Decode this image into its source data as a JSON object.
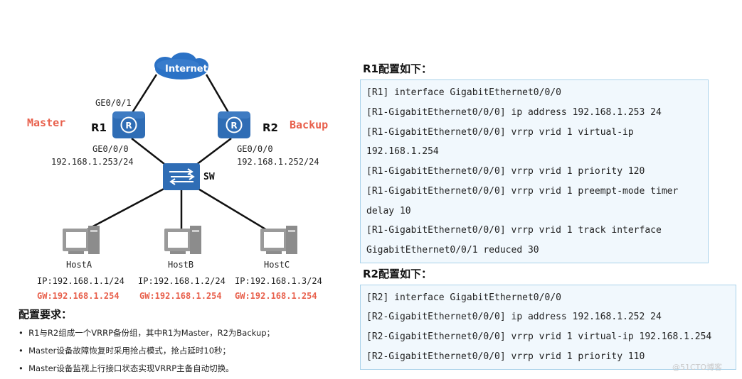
{
  "topology": {
    "internet_label": "Internet",
    "r1": {
      "name": "R1",
      "role": "Master",
      "uplink_port": "GE0/0/1",
      "downlink_port": "GE0/0/0",
      "ip": "192.168.1.253/24"
    },
    "r2": {
      "name": "R2",
      "role": "Backup",
      "downlink_port": "GE0/0/0",
      "ip": "192.168.1.252/24"
    },
    "switch_label": "SW",
    "hosts": [
      {
        "name": "HostA",
        "ip": "IP:192.168.1.1/24",
        "gw": "GW:192.168.1.254"
      },
      {
        "name": "HostB",
        "ip": "IP:192.168.1.2/24",
        "gw": "GW:192.168.1.254"
      },
      {
        "name": "HostC",
        "ip": "IP:192.168.1.3/24",
        "gw": "GW:192.168.1.254"
      }
    ],
    "colors": {
      "device_blue": "#2f6db5",
      "cloud_blue": "#2b72c6",
      "accent_red": "#e8604c",
      "link": "#111111"
    }
  },
  "requirements": {
    "title": "配置要求：",
    "items": [
      "R1与R2组成一个VRRP备份组，其中R1为Master，R2为Backup；",
      "Master设备故障恢复时采用抢占模式，抢占延时10秒；",
      "Master设备监视上行接口状态实现VRRP主备自动切换。"
    ]
  },
  "r1_config": {
    "title": "R1配置如下：",
    "lines": [
      "[R1] interface GigabitEthernet0/0/0",
      "[R1-GigabitEthernet0/0/0] ip address 192.168.1.253  24",
      "[R1-GigabitEthernet0/0/0] vrrp vrid 1 virtual-ip",
      "192.168.1.254",
      "[R1-GigabitEthernet0/0/0] vrrp vrid 1 priority 120",
      "[R1-GigabitEthernet0/0/0] vrrp vrid 1 preempt-mode timer",
      "delay 10",
      "[R1-GigabitEthernet0/0/0] vrrp vrid 1 track interface",
      "GigabitEthernet0/0/1 reduced 30"
    ]
  },
  "r2_config": {
    "title": "R2配置如下：",
    "lines": [
      "[R2] interface GigabitEthernet0/0/0",
      "[R2-GigabitEthernet0/0/0] ip address 192.168.1.252 24",
      "[R2-GigabitEthernet0/0/0] vrrp vrid 1 virtual-ip 192.168.1.254",
      "[R2-GigabitEthernet0/0/0] vrrp vrid 1 priority 110"
    ]
  },
  "watermark": "@51CTO博客"
}
